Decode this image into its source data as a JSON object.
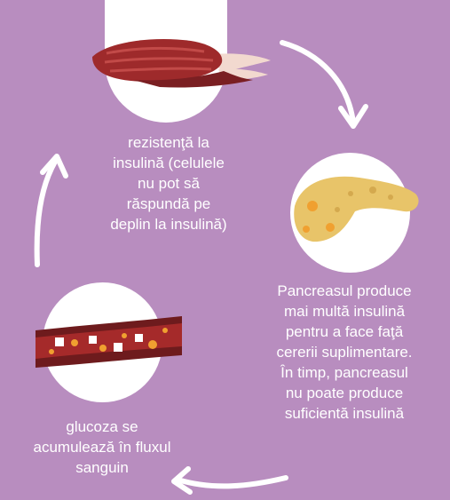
{
  "diagram": {
    "background": "#b88dbf",
    "steps": [
      {
        "id": "resistance",
        "icon": "muscle-icon",
        "text": "rezistenţă la\ninsulină (celulele\nnu pot să\nrăspundă pe\ndeplin la insulină)"
      },
      {
        "id": "pancreas",
        "icon": "pancreas-icon",
        "text": "Pancreasul produce\nmai multă insulină\npentru a face faţă\ncererii suplimentare.\nÎn timp, pancreasul\nnu poate produce\nsuficientă insulină"
      },
      {
        "id": "glucose",
        "icon": "blood-vessel-icon",
        "text": "glucoza se\nacumulează în fluxul\nsanguin"
      }
    ],
    "colors": {
      "muscle": "#9e2a2b",
      "tendon": "#f2d9cf",
      "pancreas": "#e8c469",
      "vessel": "#a52a2a",
      "glucose": "#f0a030",
      "arrow": "#ffffff"
    }
  }
}
